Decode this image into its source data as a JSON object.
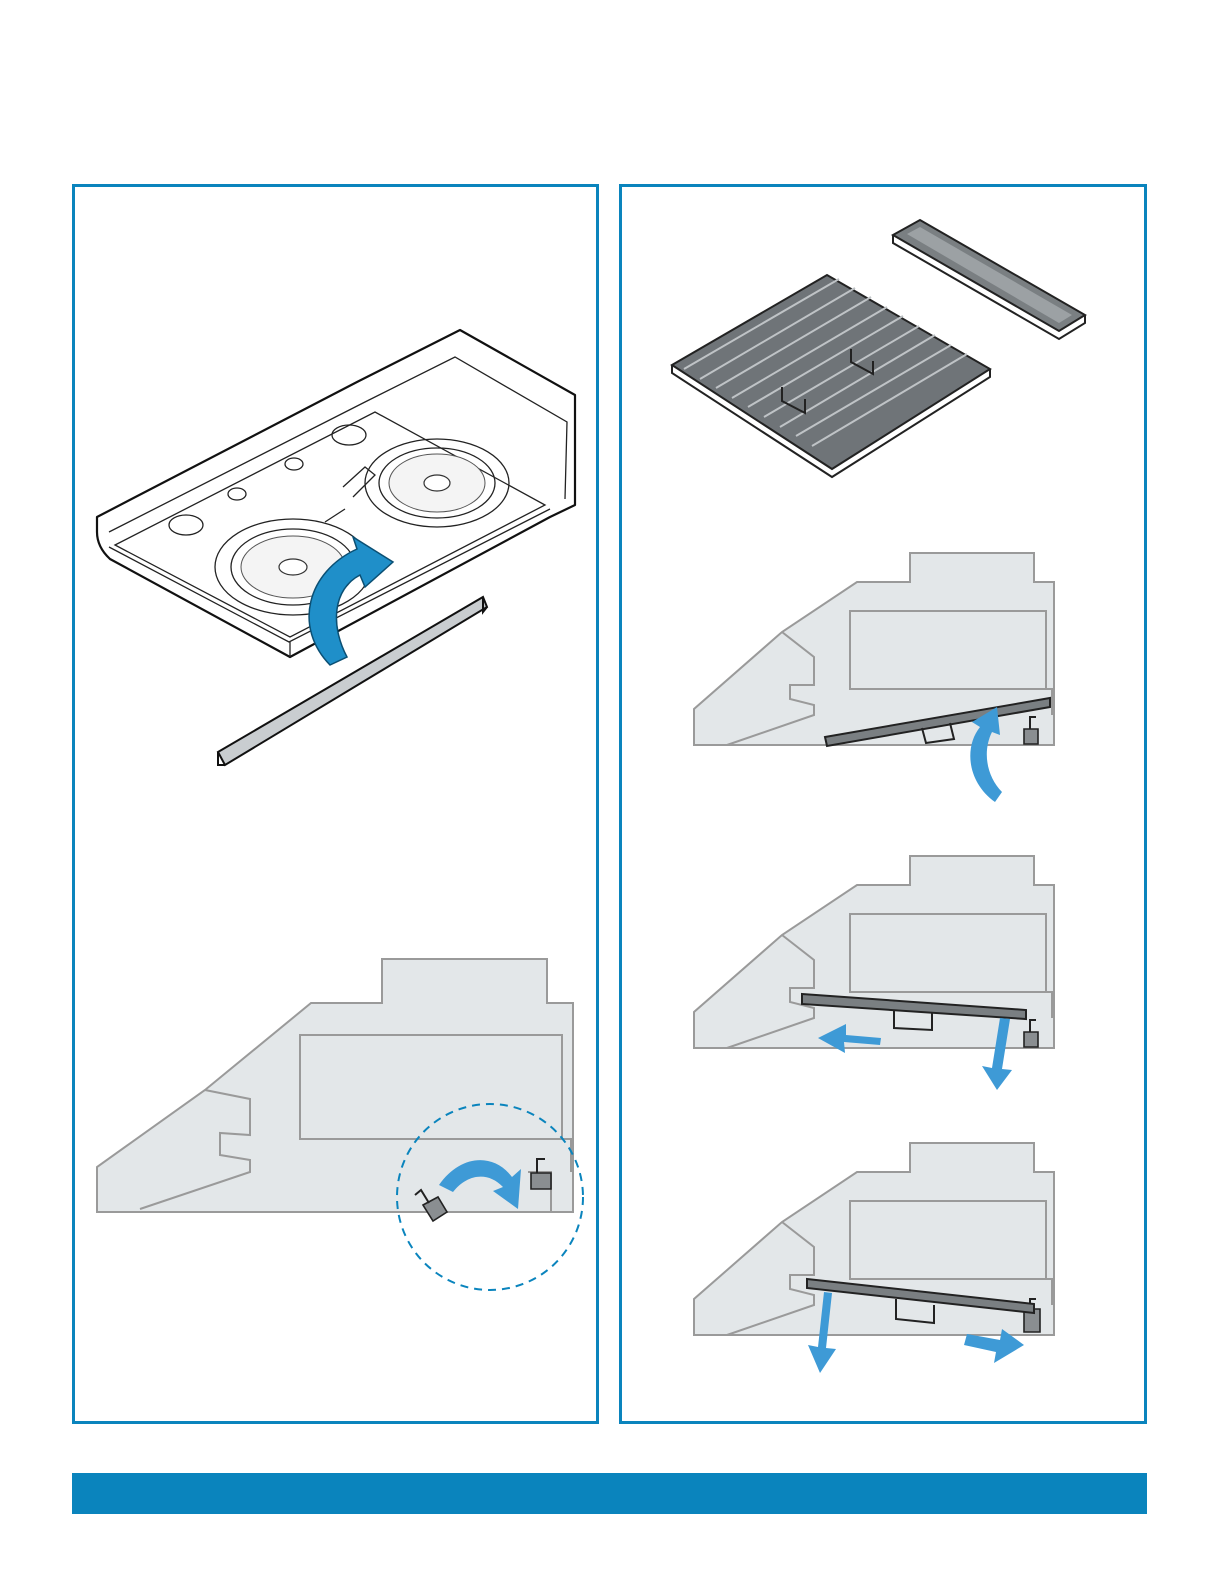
{
  "colors": {
    "accent": "#0a84bd",
    "arrow": "#3e9ad6",
    "hood_fill": "#e3e7e9",
    "hood_stroke": "#9a9a9a",
    "filter_grey": "#7a7f82"
  },
  "icons": {
    "rotate_arrow": "curved-arrow-icon",
    "slide_arrow": "straight-arrow-icon"
  },
  "steps": {
    "left_panel": [
      "hood-underside-filter-removal",
      "clip-rotation-detail"
    ],
    "right_panel": [
      "filters-overview",
      "insert-filter-tilt",
      "slide-filter-back",
      "lower-filter-forward"
    ]
  }
}
